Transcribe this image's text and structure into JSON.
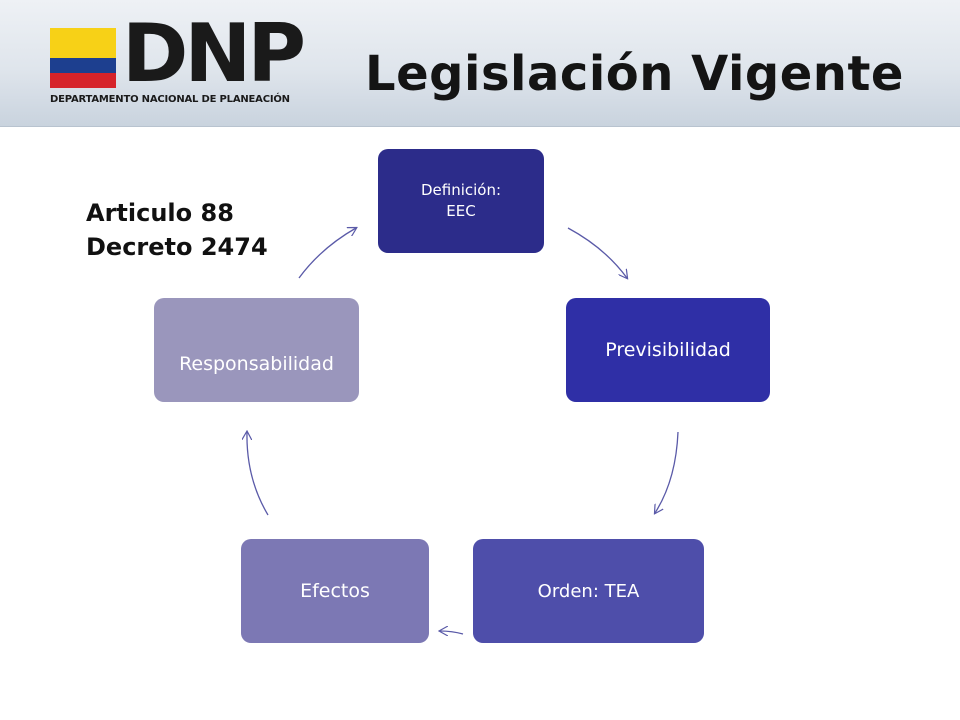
{
  "header": {
    "logo_text": "DNP",
    "logo_subtitle": "DEPARTAMENTO NACIONAL DE PLANEACIÓN",
    "title": "Legislación Vigente"
  },
  "side_note": {
    "line1": "Articulo 88",
    "line2": "Decreto 2474"
  },
  "cycle": {
    "nodes": [
      {
        "line1": "Definición:",
        "line2": "EEC",
        "color": "#2c2c8a"
      },
      {
        "label": "Previsibilidad",
        "color": "#2f2fa6"
      },
      {
        "label": "Orden: TEA",
        "color": "#4e4eaa"
      },
      {
        "label": "Efectos",
        "color": "#7c78b4"
      },
      {
        "label": "Responsabilidad",
        "color": "#9a96bc"
      }
    ],
    "arrow_color": "#5a5aa8"
  },
  "colors": {
    "flag": [
      "#f7d117",
      "#1d3f8f",
      "#d6232a"
    ]
  }
}
